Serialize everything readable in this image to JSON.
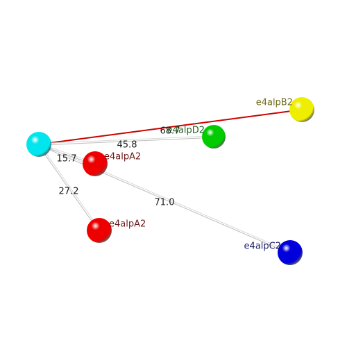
{
  "colors": {
    "background": "#ffffff",
    "bond": "#d0d0d0",
    "highlight": "#cc0000"
  },
  "atoms": [
    {
      "id": "C2_cyan",
      "label": "e4alpC2",
      "color": "#00e5ee",
      "label_color": "#1f6f6f"
    },
    {
      "id": "A2_upper",
      "label": "e4alpA2",
      "color": "#ee0000",
      "label_color": "#6b1a1a"
    },
    {
      "id": "A2_lower",
      "label": "e4alpA2",
      "color": "#ee0000",
      "label_color": "#6b1a1a"
    },
    {
      "id": "D2_green",
      "label": "e4alpD2",
      "color": "#00cc00",
      "label_color": "#1f5f1f"
    },
    {
      "id": "B2_yellow",
      "label": "e4alpB2",
      "color": "#eeee00",
      "label_color": "#6f6a1a"
    },
    {
      "id": "C2_blue",
      "label": "e4alpC2",
      "color": "#0000dd",
      "label_color": "#1a1a6b"
    }
  ],
  "distances": [
    {
      "from": "C2_cyan",
      "to": "B2_yellow",
      "value": "68.7",
      "highlight": true
    },
    {
      "from": "C2_cyan",
      "to": "D2_green",
      "value": "45.8",
      "highlight": false
    },
    {
      "from": "C2_cyan",
      "to": "A2_upper",
      "value": "15.7",
      "highlight": false
    },
    {
      "from": "C2_cyan",
      "to": "A2_lower",
      "value": "27.2",
      "highlight": false
    },
    {
      "from": "C2_cyan",
      "to": "C2_blue",
      "value": "71.0",
      "highlight": false
    }
  ]
}
